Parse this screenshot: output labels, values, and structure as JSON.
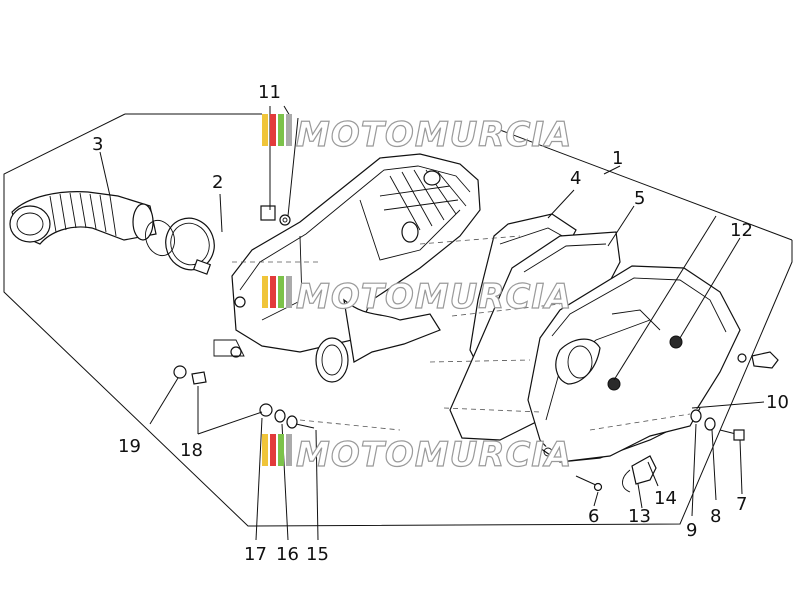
{
  "watermark": {
    "text": "MOTOMURCIA",
    "colors": [
      "#f0c53a",
      "#e23b3b",
      "#7cc24a",
      "#aaaaaa"
    ]
  },
  "callouts": [
    {
      "id": "c1",
      "label": "1"
    },
    {
      "id": "c2",
      "label": "2"
    },
    {
      "id": "c3",
      "label": "3"
    },
    {
      "id": "c4",
      "label": "4"
    },
    {
      "id": "c5",
      "label": "5"
    },
    {
      "id": "c6",
      "label": "6"
    },
    {
      "id": "c7",
      "label": "7"
    },
    {
      "id": "c8",
      "label": "8"
    },
    {
      "id": "c9",
      "label": "9"
    },
    {
      "id": "c10",
      "label": "10"
    },
    {
      "id": "c11",
      "label": "11"
    },
    {
      "id": "c12",
      "label": "12"
    },
    {
      "id": "c13",
      "label": "13"
    },
    {
      "id": "c14",
      "label": "14"
    },
    {
      "id": "c15",
      "label": "15"
    },
    {
      "id": "c16",
      "label": "16"
    },
    {
      "id": "c17",
      "label": "17"
    },
    {
      "id": "c18",
      "label": "18"
    },
    {
      "id": "c19",
      "label": "19"
    }
  ]
}
